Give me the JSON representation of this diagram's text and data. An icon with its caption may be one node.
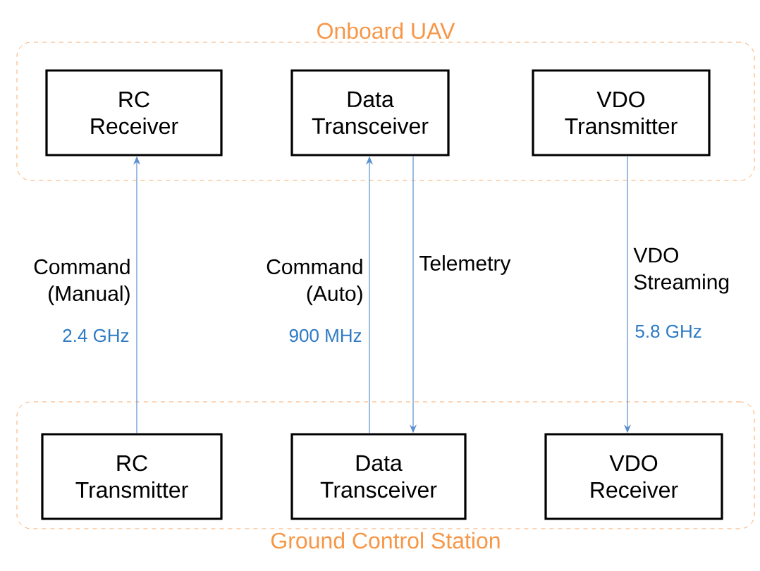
{
  "diagram": {
    "nodes": [
      {
        "text": [
          "Onboard UAV"
        ]
      },
      {
        "text": [
          "RC Receiver"
        ],
        "in": 0
      },
      {
        "text": [
          "Data Transceiver"
        ],
        "in": 0
      },
      {
        "text": [
          "VDO Transmitter"
        ],
        "in": 0
      },
      {
        "text": [
          "Ground Control Station"
        ]
      },
      {
        "text": [
          "RC Transmitter"
        ],
        "in": 4
      },
      {
        "text": [
          "Data Transceiver"
        ],
        "in": 4
      },
      {
        "text": [
          "VDO Receiver"
        ],
        "in": 4
      }
    ],
    "edges": [
      {
        "from": 5,
        "to": 1,
        "arrow": "to",
        "label": "Command (Manual)"
      },
      {
        "from": 6,
        "to": 2,
        "arrow": "to",
        "label": "Command (Auto)"
      },
      {
        "from": 2,
        "to": 6,
        "arrow": "to",
        "label": "Telemetry"
      },
      {
        "from": 3,
        "to": 7,
        "arrow": "to",
        "label": "VDO Streaming"
      }
    ],
    "labels": [
      "2.4 GHz",
      "900 MHz",
      "5.8 GHz"
    ]
  }
}
